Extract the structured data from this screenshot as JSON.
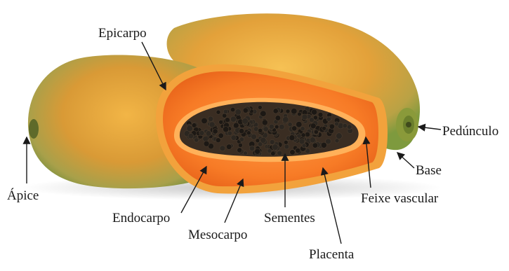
{
  "figure": {
    "subject": "Papaya fruit anatomy, whole fruits and a longitudinal half section",
    "labels": {
      "epicarpo": "Epicarpo",
      "pedunculo": "Pedúnculo",
      "base": "Base",
      "apice": "Ápice",
      "feixe_vascular": "Feixe vascular",
      "endocarpo": "Endocarpo",
      "sementes": "Sementes",
      "mesocarpo": "Mesocarpo",
      "placenta": "Placenta"
    },
    "colors": {
      "skin_yellow": "#e8a830",
      "skin_green": "#8fa94a",
      "flesh_orange": "#f06a1e",
      "flesh_inner": "#ff8c38",
      "seed": "#2b2620",
      "text": "#1a1a1a"
    }
  }
}
